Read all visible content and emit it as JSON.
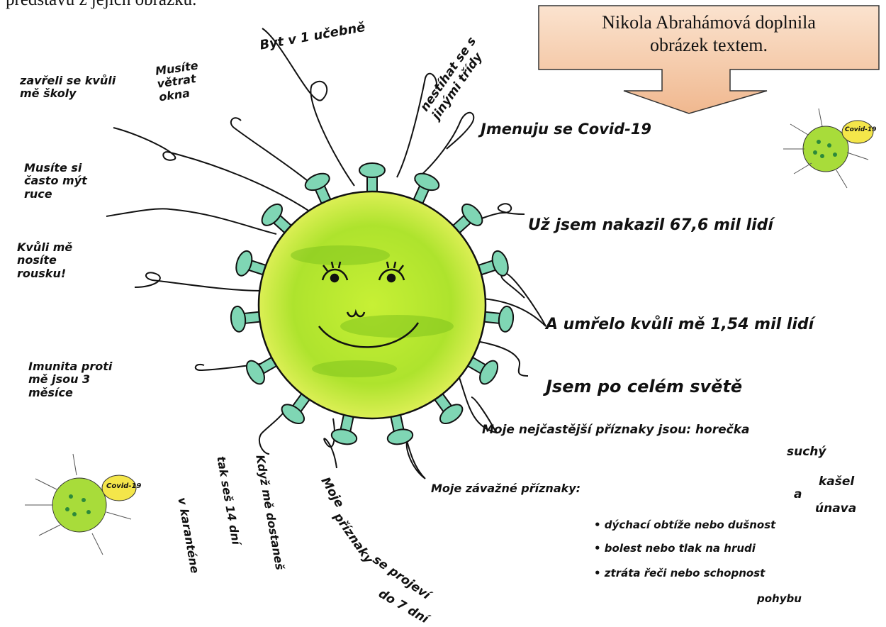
{
  "top_text": "představu z jejich obrázku.",
  "callout": {
    "text_line1": "Nikola Abrahámová doplnila",
    "text_line2": "obrázek textem."
  },
  "mascot": {
    "label": "Covid-19"
  },
  "labels": {
    "byt": "Byt v 1 učebně",
    "nestikat": "nestíhat se s jinými třídy",
    "zavreli": "zavřeli se kvůli mě školy",
    "musite_vetrat": "Musíte větrat okna",
    "jmenuji": "Jmenuju se Covid-19",
    "musite_myt": "Musíte si často mýt ruce",
    "nakazil": "Už jsem nakazil 67,6 mil lidí",
    "kvuli_rousku": "Kvůli mě nosíte rousku!",
    "umrelo": "A umřelo kvůli mě 1,54 mil lidí",
    "imunita": "Imunita proti mě jsou 3 měsíce",
    "po_celem": "Jsem po celém světě",
    "nejcastejsi_l1": "Moje nejčastější příznaky jsou: horečka",
    "nejcastejsi_l2": "suchý",
    "nejcastejsi_l3": "kašel",
    "nejcastejsi_l4": "a",
    "nejcastejsi_l5": "únava",
    "zavazne": "Moje závažné příznaky:",
    "zavazne_items": [
      "• dýchací obtíže nebo dušnost",
      "• bolest nebo tlak na hrudi",
      "• ztráta řeči nebo schopnost"
    ],
    "zavazne_last": "pohybu",
    "kdyz_l1": "Když mě dostaneš",
    "kdyz_l2": "tak seš 14 dní",
    "kdyz_l3": "v karanténe",
    "projevi_l1": "Moje",
    "projevi_l2": "příznaky",
    "projevi_l3": "se projeví",
    "projevi_l4": "do 7 dní"
  },
  "colors": {
    "virus_fill": "#b8e830",
    "virus_dark": "#7cc21c",
    "spike": "#7fd6b4",
    "callout_fill": "#f5c9a8",
    "ink": "#111111"
  }
}
